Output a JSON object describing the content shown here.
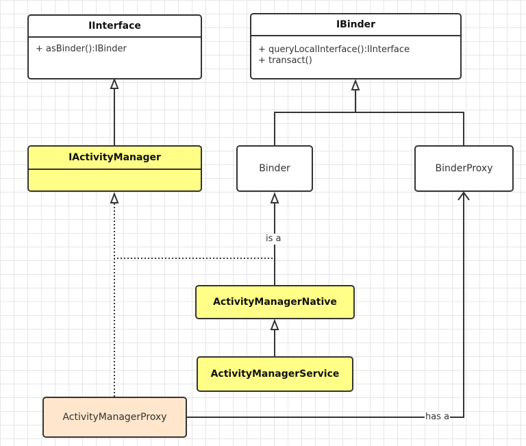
{
  "classes": {
    "iinterface": {
      "title": "IInterface",
      "methods": [
        "+ asBinder():IBinder"
      ]
    },
    "ibinder": {
      "title": "IBinder",
      "methods": [
        "+ queryLocalInterface():IInterface",
        "+ transact()"
      ]
    },
    "iactivitymanager": {
      "title": "IActivityManager"
    },
    "binder": {
      "title": "Binder"
    },
    "binderproxy": {
      "title": "BinderProxy"
    },
    "activitymanagernative": {
      "title": "ActivityManagerNative"
    },
    "activitymanagerservice": {
      "title": "ActivityManagerService"
    },
    "activitymanagerproxy": {
      "title": "ActivityManagerProxy"
    }
  },
  "relations": {
    "is_a": "is a",
    "has_a": "has a"
  },
  "colors": {
    "line": "#333333",
    "highlight": "#ffff88",
    "proxy": "#ffe6cc"
  }
}
